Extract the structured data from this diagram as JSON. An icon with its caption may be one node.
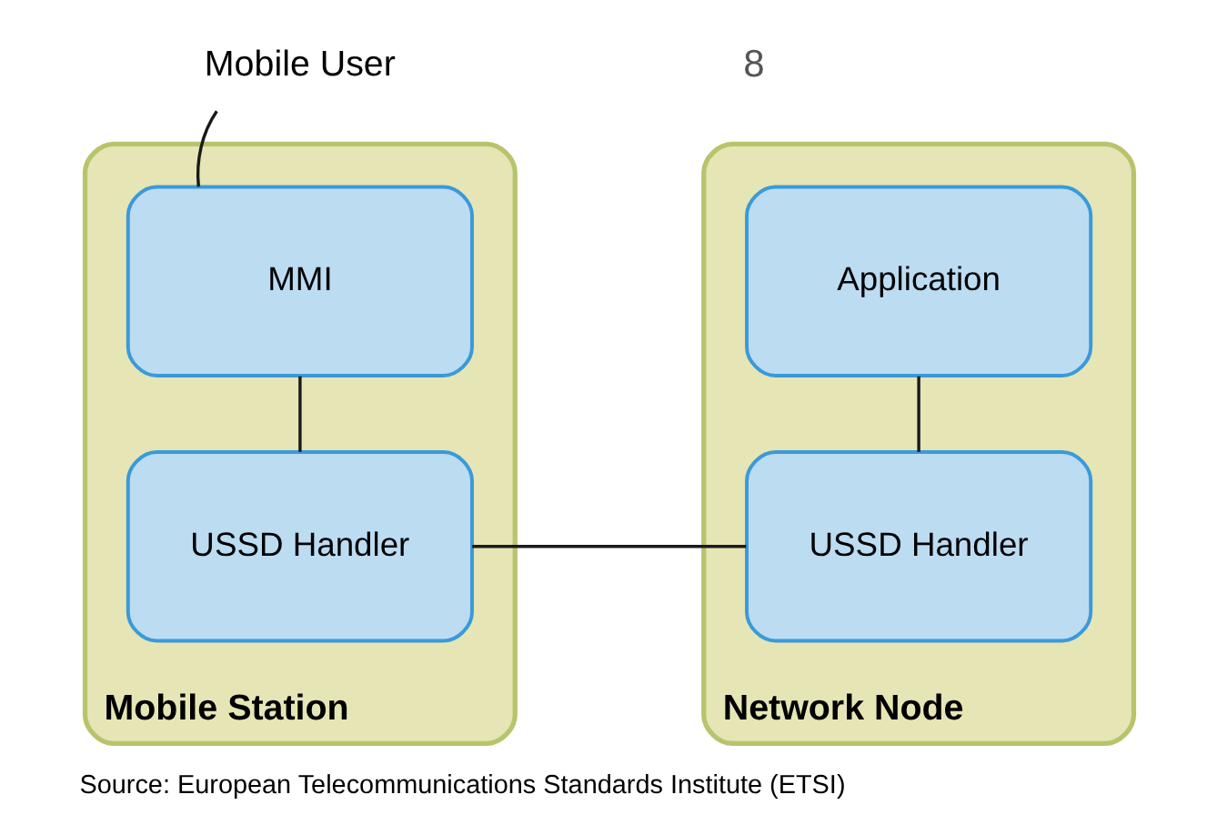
{
  "diagram": {
    "caption": "Source: European Telecommunications Standards Institute (ETSI)",
    "nodes": [
      {
        "text": [
          "Mobile User"
        ]
      },
      {
        "text": [
          "Mobile Station"
        ]
      },
      {
        "text": [
          "MMI"
        ],
        "in": 1
      },
      {
        "text": [
          "USSD Handler"
        ],
        "in": 1
      },
      {
        "text": [
          "Network Node"
        ]
      },
      {
        "text": [
          "Application"
        ],
        "in": 4
      },
      {
        "text": [
          "USSD Handler"
        ],
        "in": 4
      }
    ],
    "edges": [
      {
        "from": 0,
        "to": 2,
        "arrow": "none"
      },
      {
        "from": 2,
        "to": 3,
        "arrow": "none"
      },
      {
        "from": 3,
        "to": 6,
        "arrow": "none"
      },
      {
        "from": 5,
        "to": 6,
        "arrow": "none"
      }
    ],
    "labels": [
      "8"
    ]
  }
}
